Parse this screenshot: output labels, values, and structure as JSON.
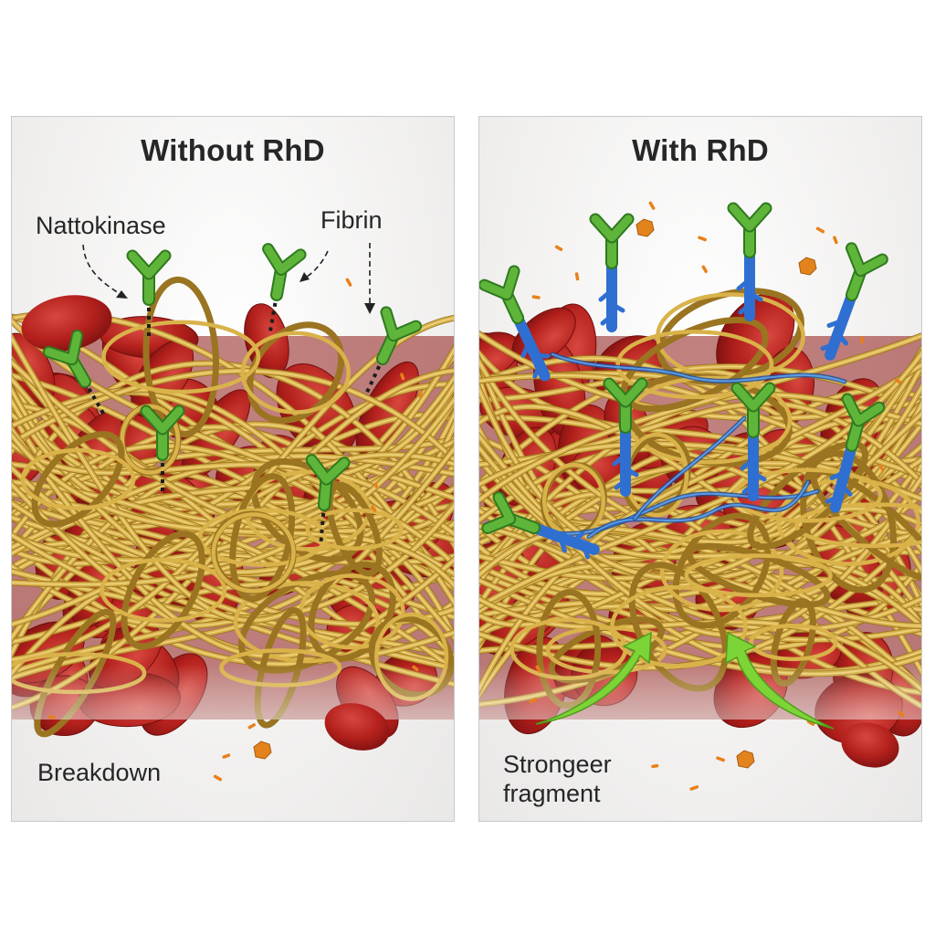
{
  "panels": {
    "left": {
      "title": "Without RhD",
      "labels": {
        "enzyme": "Nattokinase",
        "fiber": "Fibrin",
        "bottom": "Breakdown"
      }
    },
    "right": {
      "title": "With RhD",
      "labels": {
        "bottom_line1": "Strongeer",
        "bottom_line2": "fragment"
      }
    }
  },
  "colors": {
    "fibrin": "#d9b24a",
    "fibrin_highlight": "#f3dc8f",
    "red_cell": "#b3201c",
    "red_cell_light": "#d2413a",
    "enzyme": "#5fb53a",
    "rhd_strand": "#2f6fd1",
    "fragment": "#e8801a",
    "arrow": "#7dd436"
  },
  "icons": {
    "enzyme": "y-shaped-enzyme-icon",
    "arrow": "curved-arrow-icon"
  }
}
